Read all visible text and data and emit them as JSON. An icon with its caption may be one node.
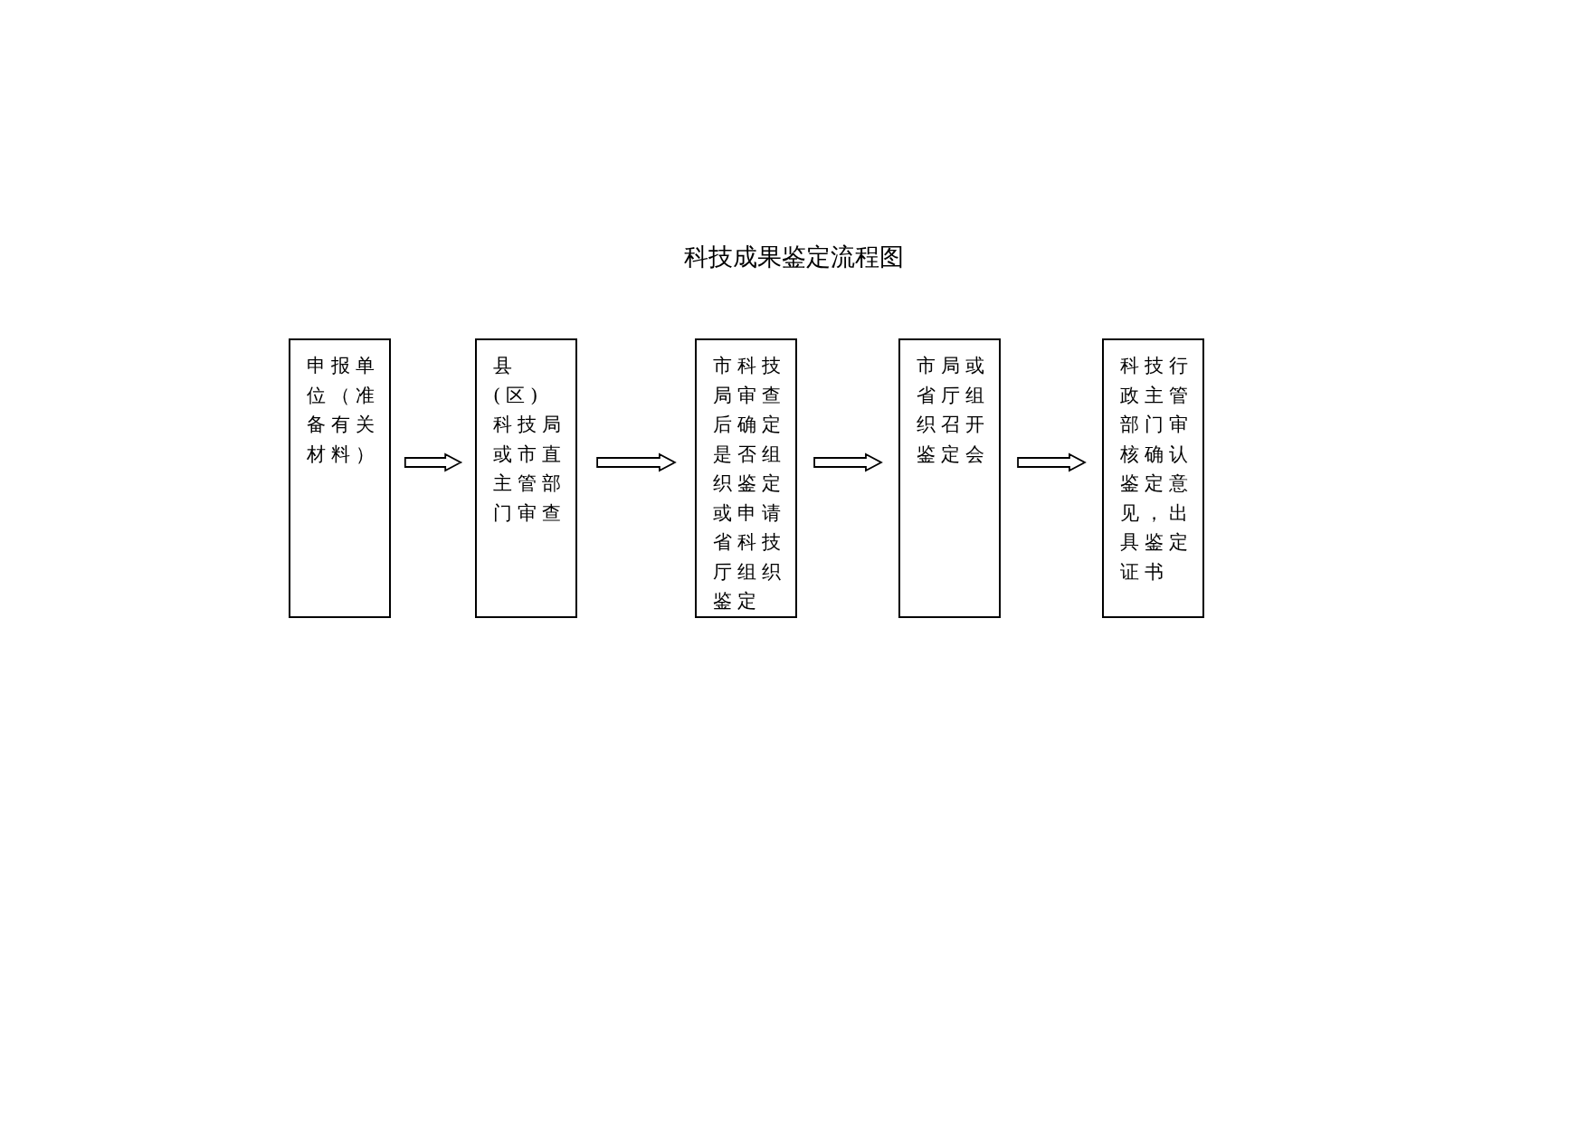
{
  "diagram": {
    "title": "科技成果鉴定流程图",
    "nodes": [
      {
        "text": [
          "申报单位（准备有关材料）"
        ]
      },
      {
        "text": [
          "县(区)科技局或市直主管部门审查"
        ]
      },
      {
        "text": [
          "市科技局审查后确定是否组织鉴定或申请省科技厅组织鉴定"
        ]
      },
      {
        "text": [
          "市局或省厅组织召开鉴定会"
        ]
      },
      {
        "text": [
          "科技行政主管部门审核确认鉴定意见，出具鉴定证书"
        ]
      }
    ],
    "edges": [
      {
        "from": 0,
        "to": 1,
        "arrow": "to"
      },
      {
        "from": 1,
        "to": 2,
        "arrow": "to"
      },
      {
        "from": 2,
        "to": 3,
        "arrow": "to"
      },
      {
        "from": 3,
        "to": 4,
        "arrow": "to"
      }
    ]
  }
}
